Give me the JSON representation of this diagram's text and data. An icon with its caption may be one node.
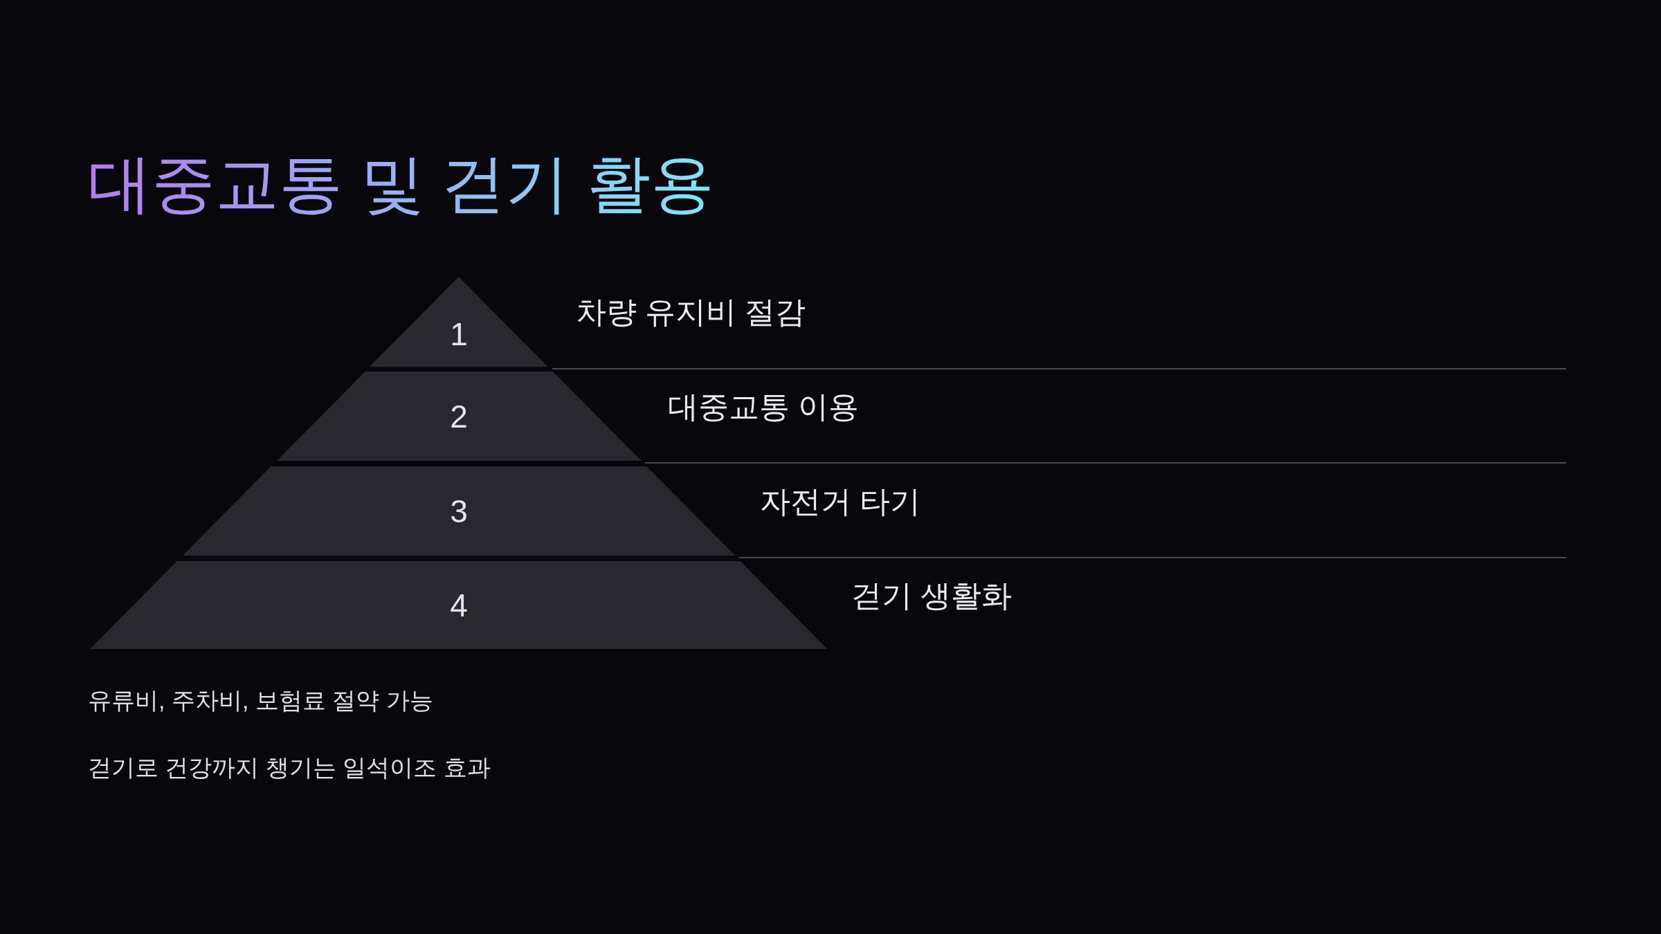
{
  "diagram": {
    "title": "대중교통 및 걷기 활용",
    "nodes": [
      {
        "text": [
          "1"
        ],
        "beside": [
          "차량 유지비 절감"
        ]
      },
      {
        "text": [
          "2"
        ],
        "beside": [
          "대중교통 이용"
        ]
      },
      {
        "text": [
          "3"
        ],
        "beside": [
          "자전거 타기"
        ]
      },
      {
        "text": [
          "4"
        ],
        "beside": [
          "걷기 생활화"
        ]
      }
    ],
    "labels": [
      "유류비, 주차비, 보험료 절약 가능",
      "걷기로 건강까지 챙기는 일석이조 효과"
    ]
  }
}
